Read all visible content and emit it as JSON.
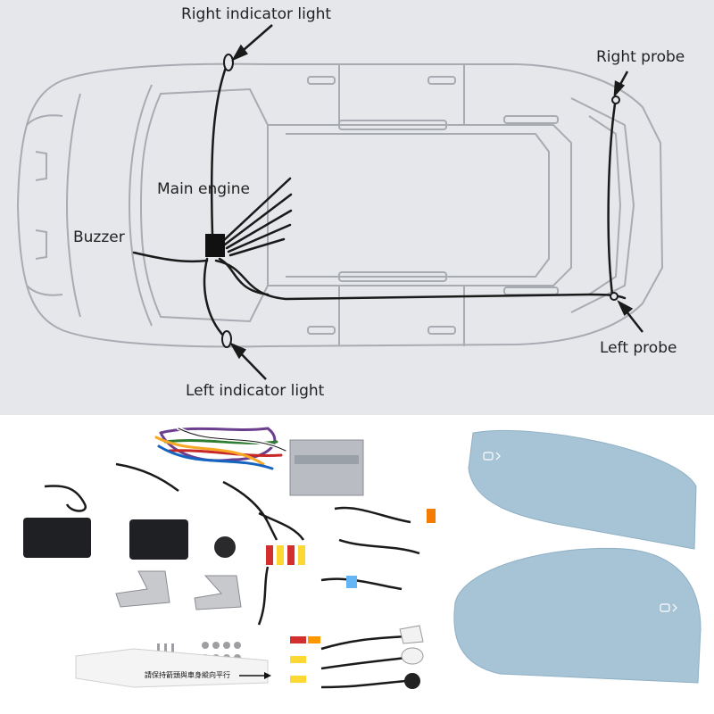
{
  "diagram": {
    "labels": {
      "right_indicator": "Right indicator light",
      "right_probe": "Right probe",
      "main_engine": "Main engine",
      "buzzer": "Buzzer",
      "left_probe": "Left probe",
      "left_indicator": "Left indicator light"
    }
  },
  "kit": {
    "sticker_text": "請保持箭頭與車身縱向平行"
  },
  "colors": {
    "diagram_bg": "#e6e7eb",
    "car_outline": "#a9abb2",
    "wire": "#1a1a1a",
    "mirror_glass": "#a7c3d6"
  }
}
